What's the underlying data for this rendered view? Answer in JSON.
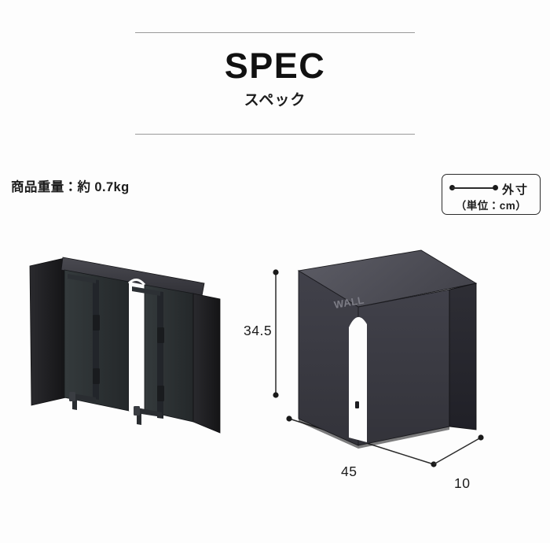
{
  "header": {
    "title": "SPEC",
    "subtitle": "スペック"
  },
  "weight": {
    "text": "商品重量：約 0.7kg"
  },
  "legend": {
    "label": "外寸",
    "unit": "（単位：cm）"
  },
  "dimensions": {
    "height": "34.5",
    "width": "45",
    "depth": "10"
  },
  "product": {
    "brand_mark": "WALL",
    "colors": {
      "front_face": "#3c3c42",
      "top_face": "#55555c",
      "side_face": "#1f1f22",
      "inner_face": "#2a2a30",
      "outline": "#2b2b2b",
      "slot": "#fdfdfd"
    }
  },
  "views": {
    "left_label": "rear-interior-view",
    "right_label": "front-perspective-view"
  }
}
